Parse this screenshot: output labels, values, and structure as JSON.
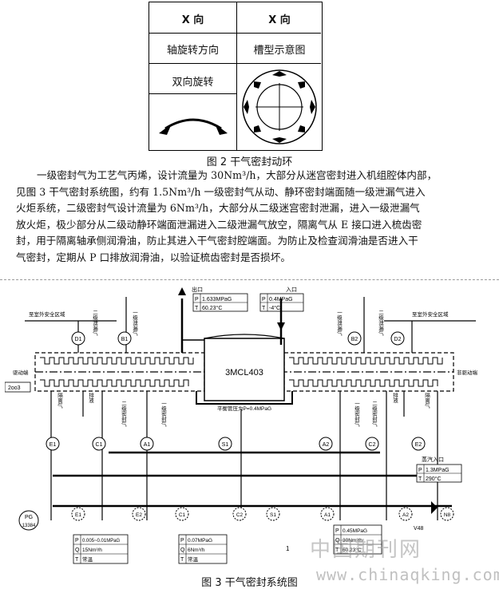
{
  "table": {
    "header_left": "X 向",
    "header_right": "X 向",
    "row1_left": "轴旋转方向",
    "row1_right": "槽型示意图",
    "row2_left": "双向旋转"
  },
  "figure2_caption": "图 2  干气密封动环",
  "paragraph_lines": [
    "一级密封气为工艺气丙烯，设计流量为 30Nm³/h，大部分从迷宫密封进入机组腔体内部，",
    "见图 3 干气密封系统图，约有 1.5Nm³/h 一级密封气从动、静环密封端面随一级泄漏气进入",
    "火炬系统，二级密封气设计流量为 6Nm³/h，大部分从二级迷宫密封泄漏，进入一级泄漏气",
    "放火炬，极少部分从二级动静环端面泄漏进入二级泄漏气放空，隔离气从 E 接口进入梳齿密",
    "封，用于隔离轴承侧润滑油，防止其进入干气密封腔端面。为防止及检查润滑油是否进入干",
    "气密封，定期从 P 口排放润滑油，以验证梳齿密封是否损坏。"
  ],
  "figure3": {
    "caption": "图 3  干气密封系统图",
    "compressor": "3MCL403",
    "outlet": {
      "label": "出口",
      "P": "1.633MPaG",
      "T": "60.23°C"
    },
    "inlet": {
      "label": "入口",
      "P": "0.4MPaG",
      "T": "-4°C"
    },
    "steam_inlet": {
      "label": "蒸汽入口",
      "P": "1.3MPaG",
      "T": "290°C"
    },
    "balance_pipe": "平衡管压力P=0.4MPaG",
    "left_end": "驱动端",
    "right_end": "非驱动端",
    "left_safe": "至室外安全区域",
    "right_safe": "至室外安全区域",
    "tag_2003": "2oo3",
    "pg_label": "PG",
    "pg_tag": "13384",
    "valve_tag": "V48",
    "upper_nodes": [
      "D1",
      "B1",
      "B2",
      "D2"
    ],
    "mid_nodes": [
      "E1",
      "C1",
      "A1",
      "S1",
      "A2",
      "C2",
      "E2"
    ],
    "low_nodes": [
      "E1",
      "E2",
      "C1",
      "C2",
      "S1",
      "A1",
      "A2",
      "N8"
    ],
    "vertical_labels": [
      "二级泄漏气",
      "一级泄漏气",
      "隔离气",
      "二级密封气",
      "一级密封气",
      "排液"
    ],
    "box1": {
      "P": "0.005~0.01MPaG",
      "Q": "15Nm³/h",
      "T": "常温"
    },
    "box2": {
      "P": "0.07MPaG",
      "Q": "6Nm³/h",
      "T": "常温"
    },
    "box3": {
      "P": "0.45MPaG",
      "Q": "30Nm³/h",
      "T": "60.23°C"
    },
    "mark_1": "1"
  },
  "watermark": {
    "cn": "中国期刊网",
    "url": "www.chinaqking.com"
  }
}
